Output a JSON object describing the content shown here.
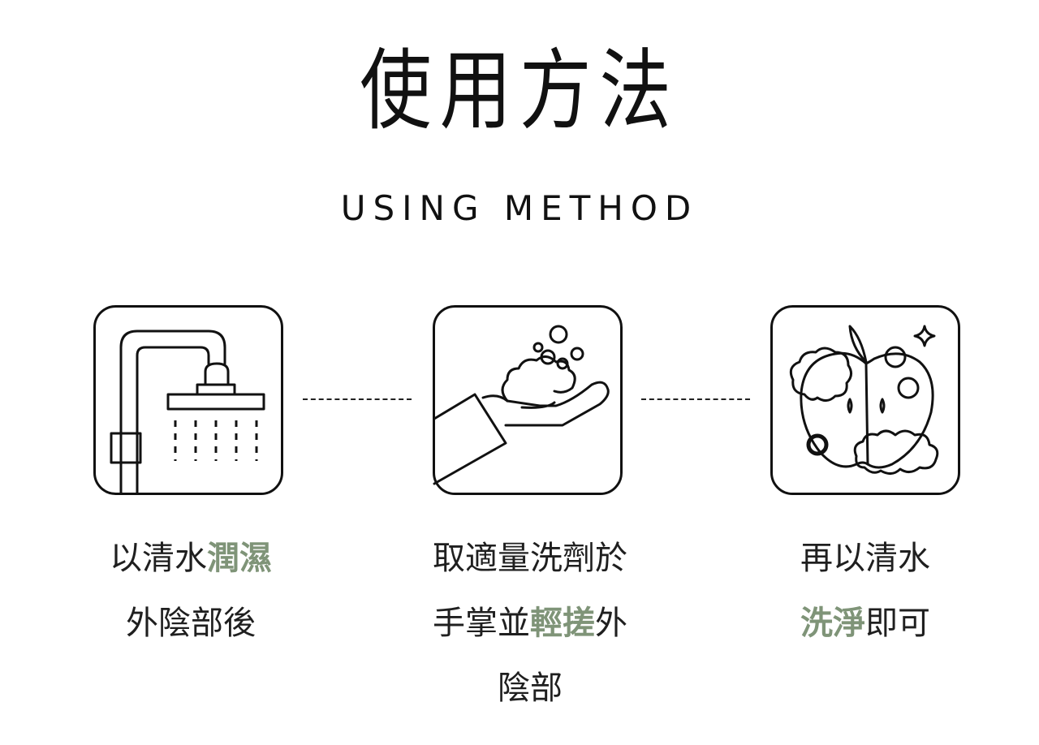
{
  "title_zh": "使用方法",
  "title_en": "USING METHOD",
  "accent_color": "#7f9478",
  "steps": [
    {
      "icon": "shower-icon",
      "lines": [
        {
          "pre": "以清水",
          "hl": "潤濕",
          "post": ""
        },
        {
          "pre": "外陰部後",
          "hl": "",
          "post": ""
        }
      ]
    },
    {
      "icon": "foam-hand-icon",
      "lines": [
        {
          "pre": "取適量洗劑於",
          "hl": "",
          "post": ""
        },
        {
          "pre": "手掌並",
          "hl": "輕搓",
          "post": "外"
        },
        {
          "pre": "陰部",
          "hl": "",
          "post": ""
        }
      ]
    },
    {
      "icon": "clean-apple-icon",
      "lines": [
        {
          "pre": "再以清水",
          "hl": "",
          "post": ""
        },
        {
          "pre": "",
          "hl": "洗淨",
          "post": "即可"
        }
      ]
    }
  ]
}
